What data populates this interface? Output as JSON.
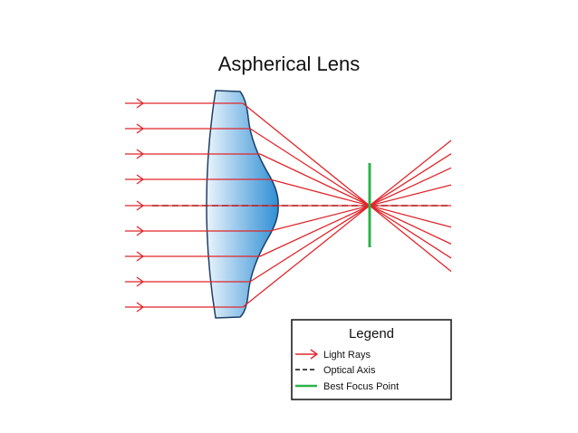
{
  "title": "Aspherical Lens",
  "colors": {
    "ray": "#e0262b",
    "axis": "#111111",
    "focus": "#2db34a",
    "lens_light": "#eaf4fc",
    "lens_dark": "#2f8fd4",
    "lens_stroke": "#1f3f66"
  },
  "legend": {
    "title": "Legend",
    "items": [
      {
        "label": "Light Rays",
        "icon": "arrow-icon",
        "color": "#e0262b"
      },
      {
        "label": "Optical Axis",
        "icon": "dash-line-icon",
        "color": "#111111"
      },
      {
        "label": "Best Focus Point",
        "icon": "solid-line-icon",
        "color": "#2db34a"
      }
    ]
  }
}
